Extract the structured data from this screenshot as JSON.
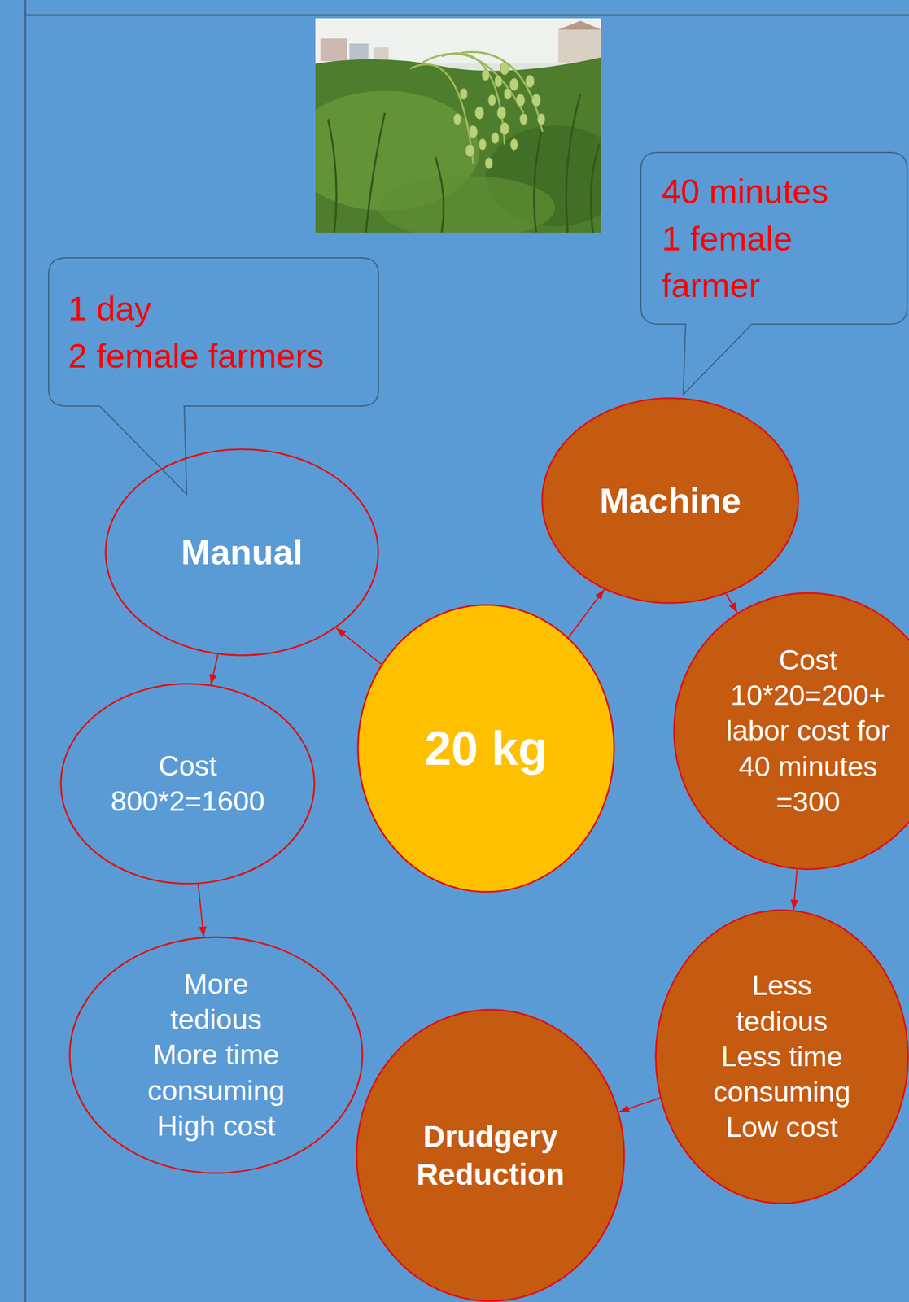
{
  "diagram": {
    "nodes": [
      {
        "text": [
          "1 day",
          "2 female farmers"
        ]
      },
      {
        "text": [
          "40 minutes",
          "1 female farmer"
        ]
      },
      {
        "text": [
          "Manual"
        ]
      },
      {
        "text": [
          "Machine"
        ]
      },
      {
        "text": [
          "20 kg"
        ]
      },
      {
        "text": [
          "Cost",
          "800*2=1600"
        ]
      },
      {
        "text": [
          "Cost",
          "10*20=200+ labor cost for 40 minutes =300"
        ]
      },
      {
        "text": [
          "More tedious",
          "More time consuming",
          "High cost"
        ]
      },
      {
        "text": [
          "Less tedious",
          "Less time consuming",
          "Low cost"
        ]
      },
      {
        "text": [
          "Drudgery Reduction"
        ]
      }
    ],
    "edges": [
      {
        "from": 4,
        "to": 2,
        "arrow": "to"
      },
      {
        "from": 4,
        "to": 3,
        "arrow": "to"
      },
      {
        "from": 2,
        "to": 5,
        "arrow": "to"
      },
      {
        "from": 3,
        "to": 6,
        "arrow": "to"
      },
      {
        "from": 5,
        "to": 7,
        "arrow": "to"
      },
      {
        "from": 6,
        "to": 8,
        "arrow": "to"
      },
      {
        "from": 8,
        "to": 9,
        "arrow": "to"
      }
    ]
  }
}
